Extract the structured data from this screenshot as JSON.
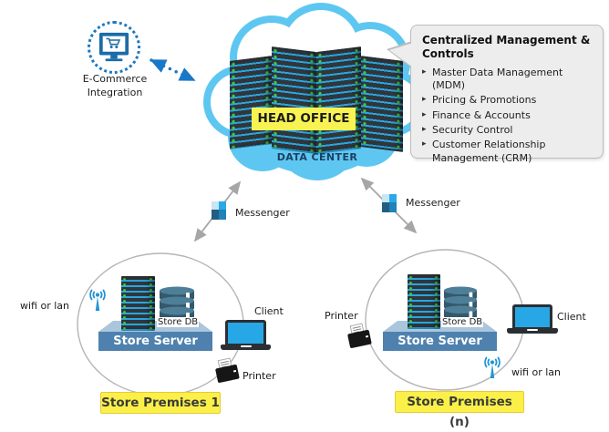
{
  "diagram": {
    "ecommerce": {
      "label": "E-Commerce Integration"
    },
    "cloud": {
      "head_office": "HEAD OFFICE",
      "data_center": "DATA CENTER"
    },
    "callout": {
      "title": "Centralized Management & Controls",
      "bullet": "▸",
      "items": [
        "Master Data Management (MDM)",
        "Pricing & Promotions",
        "Finance & Accounts",
        "Security Control",
        "Customer Relationship Management (CRM)"
      ]
    },
    "messenger_left": {
      "label": "Messenger"
    },
    "messenger_right": {
      "label": "Messenger"
    },
    "store1": {
      "network": "wifi or lan",
      "db_label": "Store DB",
      "server_label": "Store Server",
      "client_label": "Client",
      "printer_label": "Printer",
      "title": "Store Premises 1"
    },
    "store_n": {
      "network": "wifi or lan",
      "db_label": "Store DB",
      "server_label": "Store Server",
      "client_label": "Client",
      "printer_label": "Printer",
      "title": "Store Premises (n)"
    },
    "colors": {
      "cloud_blue": "#5ec7f1",
      "accent_blue": "#1878c8",
      "label_yellow": "#f8f352",
      "premises_yellow": "#faf048",
      "platform_front": "#4e81ae",
      "platform_top": "#aac6dd",
      "rack_stripe": "#28a7e0",
      "led_green": "#3ed13e",
      "arrow_gray": "#a6a6a6"
    }
  }
}
